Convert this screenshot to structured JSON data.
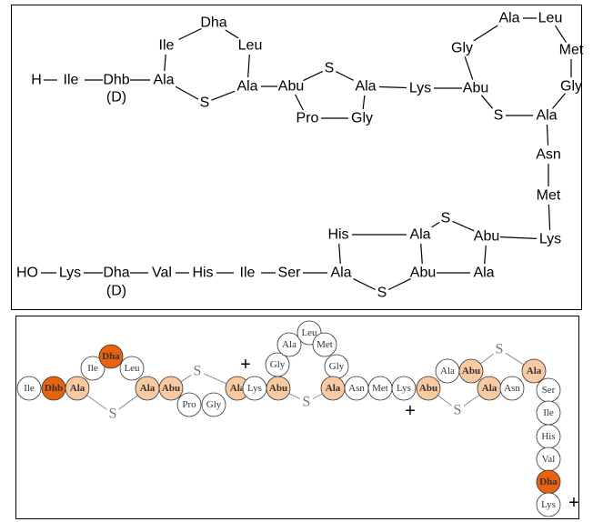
{
  "structural_formula": {
    "residues": [
      "H",
      "Ile",
      "Dhb",
      "(D)",
      "Ala",
      "Ile",
      "Dha",
      "Leu",
      "Ala",
      "S",
      "Abu",
      "S",
      "Ala",
      "Pro",
      "Gly",
      "Lys",
      "Abu",
      "Gly",
      "Ala",
      "Leu",
      "Met",
      "Gly",
      "S",
      "Ala",
      "Asn",
      "Met",
      "Lys",
      "Abu",
      "S",
      "Ala",
      "His",
      "Abu",
      "Ala",
      "S",
      "Ala",
      "Ser",
      "Ile",
      "His",
      "Val",
      "Dha",
      "(D)",
      "Lys",
      "HO"
    ]
  },
  "bead_model": {
    "beads": [
      "Ile",
      "Dhb",
      "Ala",
      "Ile",
      "Dha",
      "Leu",
      "Ala",
      "Abu",
      "Pro",
      "Gly",
      "Ala",
      "Lys",
      "Abu",
      "Gly",
      "Ala",
      "Leu",
      "Met",
      "Gly",
      "Ala",
      "Asn",
      "Met",
      "Lys",
      "Abu",
      "Ala",
      "Abu",
      "Ala",
      "Asn",
      "Ala",
      "Ser",
      "Ile",
      "His",
      "Val",
      "Dha",
      "Lys"
    ],
    "bead_shading": [
      "none",
      "dark",
      "light",
      "none",
      "dark",
      "none",
      "light",
      "light",
      "none",
      "none",
      "light",
      "none",
      "light",
      "none",
      "none",
      "none",
      "none",
      "none",
      "light",
      "none",
      "none",
      "none",
      "light",
      "none",
      "light",
      "light",
      "none",
      "light",
      "none",
      "none",
      "none",
      "none",
      "dark",
      "none"
    ],
    "sulfur_label": "S",
    "charge_label": "+",
    "colors": {
      "dark": "#e8620f",
      "light": "#f9c9a1",
      "none": "#ffffff"
    }
  }
}
